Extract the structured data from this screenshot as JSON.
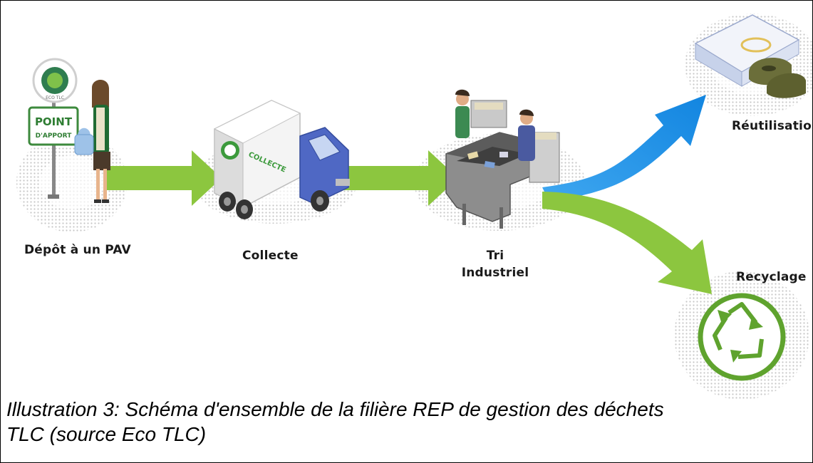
{
  "steps": {
    "depot": "Dépôt à un PAV",
    "collecte": "Collecte",
    "tri_line1": "Tri",
    "tri_line2": "Industriel",
    "reutilisation": "Réutilisation",
    "recyclage": "Recyclage"
  },
  "signage": {
    "sign_line1": "POINT",
    "sign_line2": "D'APPORT",
    "badge": "ECO TLC",
    "truck_logo": "COLLECTE"
  },
  "caption": {
    "line1": "Illustration 3: Schéma d'ensemble de la filière REP de gestion des déchets",
    "line2": "TLC (source Eco TLC)"
  },
  "colors": {
    "green_arrow": "#8cc63f",
    "blue_arrow": "#1a93e8",
    "recycle_green": "#5fa32e"
  }
}
